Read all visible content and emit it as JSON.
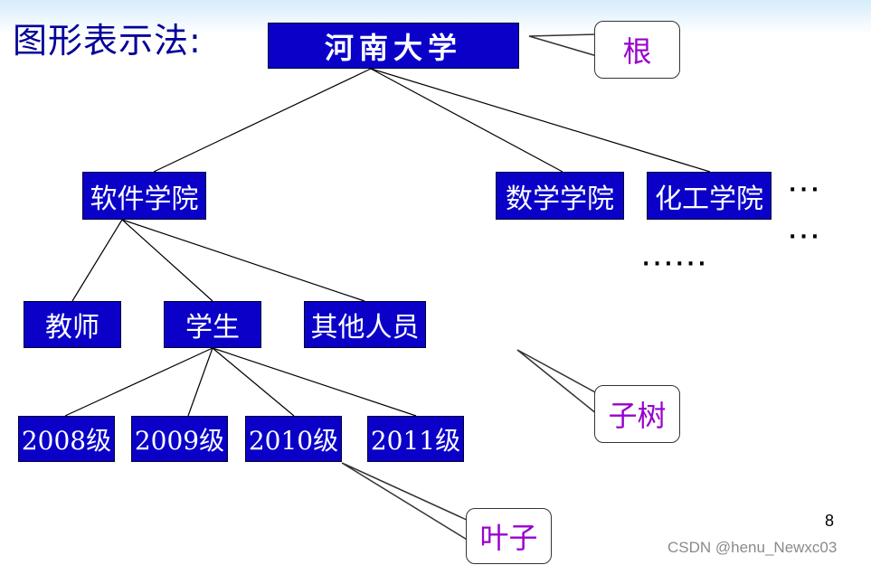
{
  "title": "图形表示法:",
  "colors": {
    "node_fill": "#0a00c8",
    "node_text": "#ffffff",
    "callout_text": "#9900cc",
    "title_text": "#000099"
  },
  "tree": {
    "root": "河南大学",
    "level1": [
      "软件学院",
      "数学学院",
      "化工学院"
    ],
    "level2": [
      "教师",
      "学生",
      "其他人员"
    ],
    "level3": [
      "2008级",
      "2009级",
      "2010级",
      "2011级"
    ]
  },
  "callouts": {
    "root": "根",
    "subtree": "子树",
    "leaf": "叶子"
  },
  "ellipses": {
    "right_top": "···",
    "right_mid": "···",
    "middle": "······"
  },
  "page_number": "8",
  "watermark": "CSDN @henu_Newxc03"
}
